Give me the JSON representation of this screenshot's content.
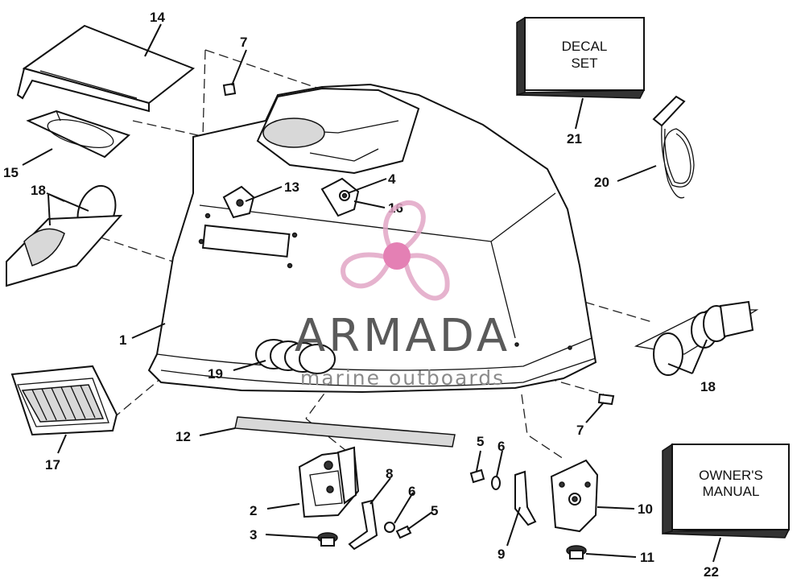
{
  "boxes": {
    "decal_set": [
      "DECAL",
      "SET"
    ],
    "owners_manual": [
      "OWNER'S",
      "MANUAL"
    ]
  },
  "callouts": {
    "n1": "1",
    "n2": "2",
    "n3": "3",
    "n4": "4",
    "n5a": "5",
    "n5b": "5",
    "n6a": "6",
    "n6b": "6",
    "n7a": "7",
    "n7b": "7",
    "n8": "8",
    "n9": "9",
    "n10": "10",
    "n11": "11",
    "n12": "12",
    "n13": "13",
    "n14": "14",
    "n15": "15",
    "n16": "16",
    "n17": "17",
    "n18a": "18",
    "n18b": "18",
    "n19": "19",
    "n20": "20",
    "n21": "21",
    "n22": "22"
  },
  "watermark": {
    "title": "ARMADA",
    "subtitle": "marine outboards"
  },
  "colors": {
    "ink": "#111111",
    "logo_pink": "#e2a6c6",
    "logo_hub": "#e06aa8"
  }
}
